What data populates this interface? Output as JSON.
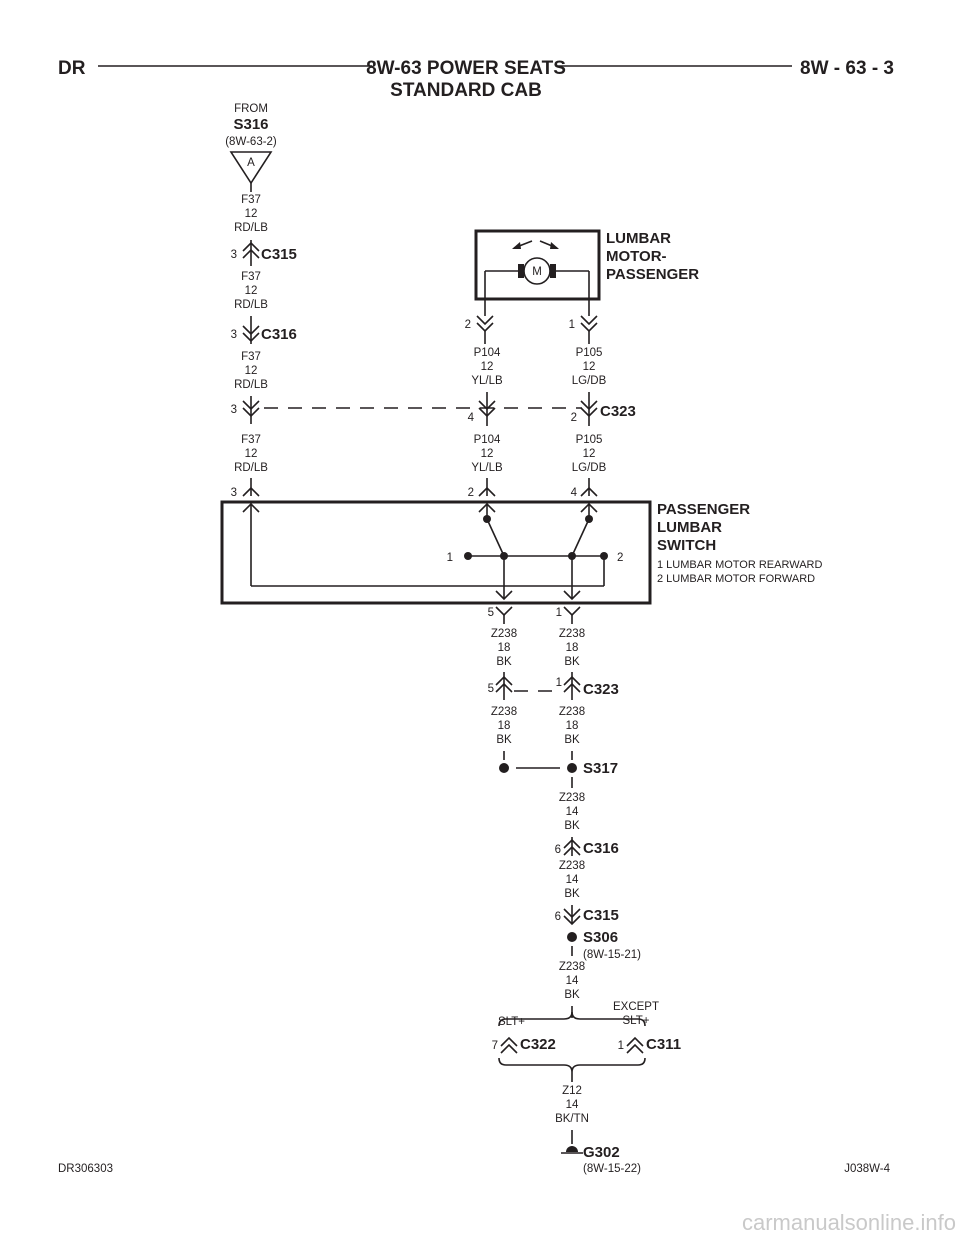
{
  "header": {
    "left_code": "DR",
    "title_line1": "8W-63 POWER SEATS",
    "title_line2": "STANDARD CAB",
    "right_code": "8W - 63 - 3"
  },
  "source": {
    "from": "FROM",
    "splice": "S316",
    "ref": "(8W-63-2)",
    "connector_letter": "A"
  },
  "left_wire_labels": [
    {
      "circuit": "F37",
      "gauge": "12",
      "color": "RD/LB"
    },
    {
      "circuit": "F37",
      "gauge": "12",
      "color": "RD/LB"
    },
    {
      "circuit": "F37",
      "gauge": "12",
      "color": "RD/LB"
    },
    {
      "circuit": "F37",
      "gauge": "12",
      "color": "RD/LB"
    }
  ],
  "connectors": {
    "c315_top": {
      "name": "C315",
      "pin": "3"
    },
    "c316_top": {
      "name": "C316",
      "pin": "3"
    },
    "c323_row_left_pin": "3",
    "c323_row_mid_pin": "4",
    "c323_row_right_pin": "2",
    "c323_top": {
      "name": "C323"
    },
    "switch_top_pins": [
      "3",
      "2",
      "4"
    ],
    "switch_bottom_pins": [
      "5",
      "1"
    ],
    "c323_bottom": {
      "name": "C323",
      "pin_left": "5",
      "pin_right": "1"
    },
    "c316_bottom": {
      "name": "C316",
      "pin": "6"
    },
    "c315_bottom": {
      "name": "C315",
      "pin": "6"
    },
    "c322": {
      "name": "C322",
      "pin": "7"
    },
    "c311": {
      "name": "C311",
      "pin": "1"
    }
  },
  "motor": {
    "title_lines": [
      "LUMBAR",
      "MOTOR-",
      "PASSENGER"
    ],
    "symbol": "M",
    "pins": [
      "2",
      "1"
    ]
  },
  "motor_wires": {
    "p104_upper": {
      "circuit": "P104",
      "gauge": "12",
      "color": "YL/LB"
    },
    "p105_upper": {
      "circuit": "P105",
      "gauge": "12",
      "color": "LG/DB"
    },
    "p104_lower": {
      "circuit": "P104",
      "gauge": "12",
      "color": "YL/LB"
    },
    "p105_lower": {
      "circuit": "P105",
      "gauge": "12",
      "color": "LG/DB"
    }
  },
  "switch": {
    "title_lines": [
      "PASSENGER",
      "LUMBAR",
      "SWITCH"
    ],
    "legend": [
      "1 LUMBAR MOTOR REARWARD",
      "2 LUMBAR MOTOR FORWARD"
    ],
    "position_labels": [
      "1",
      "2"
    ]
  },
  "ground_wires": {
    "z238_left_a": {
      "circuit": "Z238",
      "gauge": "18",
      "color": "BK"
    },
    "z238_right_a": {
      "circuit": "Z238",
      "gauge": "18",
      "color": "BK"
    },
    "z238_left_b": {
      "circuit": "Z238",
      "gauge": "18",
      "color": "BK"
    },
    "z238_right_b": {
      "circuit": "Z238",
      "gauge": "18",
      "color": "BK"
    },
    "z238_c": {
      "circuit": "Z238",
      "gauge": "14",
      "color": "BK"
    },
    "z238_d": {
      "circuit": "Z238",
      "gauge": "14",
      "color": "BK"
    },
    "z238_e": {
      "circuit": "Z238",
      "gauge": "14",
      "color": "BK"
    },
    "z12": {
      "circuit": "Z12",
      "gauge": "14",
      "color": "BK/TN"
    }
  },
  "splices": {
    "s317": {
      "name": "S317"
    },
    "s306": {
      "name": "S306",
      "ref": "(8W-15-21)"
    }
  },
  "options": {
    "left": "SLT+",
    "right_line1": "EXCEPT",
    "right_line2": "SLT+"
  },
  "ground": {
    "name": "G302",
    "ref": "(8W-15-22)"
  },
  "footer": {
    "left": "DR306303",
    "right": "J038W-4"
  },
  "watermark": "carmanualsonline.info"
}
